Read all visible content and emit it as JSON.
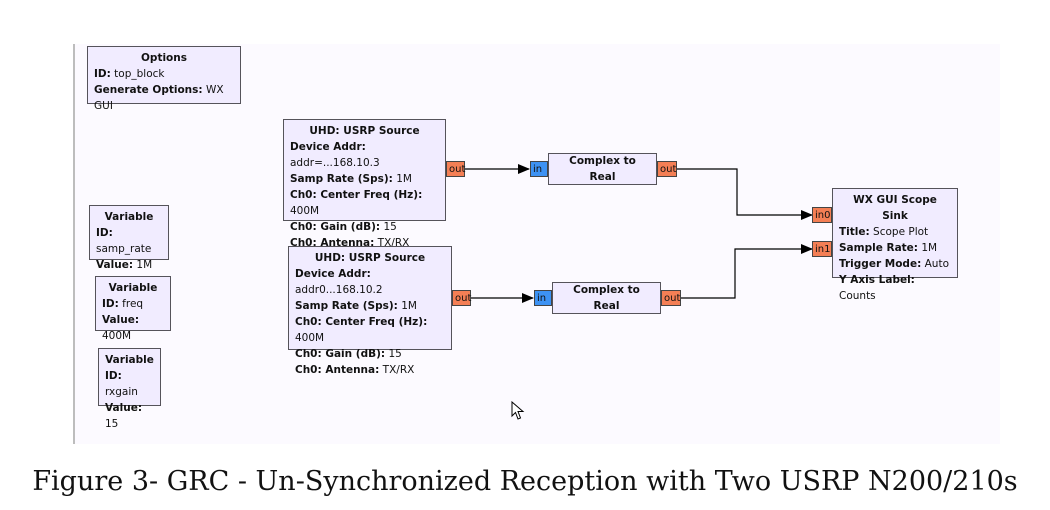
{
  "options": {
    "title": "Options",
    "id_label": "ID:",
    "id_value": "top_block",
    "gen_label": "Generate Options:",
    "gen_value": "WX GUI"
  },
  "variables": [
    {
      "title": "Variable",
      "id_label": "ID:",
      "id_value": "samp_rate",
      "val_label": "Value:",
      "val_value": "1M"
    },
    {
      "title": "Variable",
      "id_label": "ID:",
      "id_value": "freq",
      "val_label": "Value:",
      "val_value": "400M"
    },
    {
      "title": "Variable",
      "id_label": "ID:",
      "id_value": "rxgain",
      "val_label": "Value:",
      "val_value": "15"
    }
  ],
  "sources": [
    {
      "title": "UHD: USRP Source",
      "rows": [
        {
          "k": "Device Addr:",
          "v": "addr=...168.10.3"
        },
        {
          "k": "Samp Rate (Sps):",
          "v": "1M"
        },
        {
          "k": "Ch0: Center Freq (Hz):",
          "v": "400M"
        },
        {
          "k": "Ch0: Gain (dB):",
          "v": "15"
        },
        {
          "k": "Ch0: Antenna:",
          "v": "TX/RX"
        }
      ],
      "out": "out"
    },
    {
      "title": "UHD: USRP Source",
      "rows": [
        {
          "k": "Device Addr:",
          "v": "addr0...168.10.2"
        },
        {
          "k": "Samp Rate (Sps):",
          "v": "1M"
        },
        {
          "k": "Ch0: Center Freq (Hz):",
          "v": "400M"
        },
        {
          "k": "Ch0: Gain (dB):",
          "v": "15"
        },
        {
          "k": "Ch0: Antenna:",
          "v": "TX/RX"
        }
      ],
      "out": "out"
    }
  ],
  "converters": [
    {
      "title": "Complex to Real",
      "in": "in",
      "out": "out"
    },
    {
      "title": "Complex to Real",
      "in": "in",
      "out": "out"
    }
  ],
  "scope": {
    "title": "WX GUI Scope Sink",
    "in0": "in0",
    "in1": "in1",
    "rows": [
      {
        "k": "Title:",
        "v": "Scope Plot"
      },
      {
        "k": "Sample Rate:",
        "v": "1M"
      },
      {
        "k": "Trigger Mode:",
        "v": "Auto"
      },
      {
        "k": "Y Axis Label:",
        "v": "Counts"
      }
    ]
  },
  "caption": "Figure 3- GRC - Un-Synchronized Reception with Two USRP N200/210s",
  "colors": {
    "in_port": "#3d92f3",
    "out_port": "#f47f55",
    "block_bg": "#f1ecff"
  }
}
